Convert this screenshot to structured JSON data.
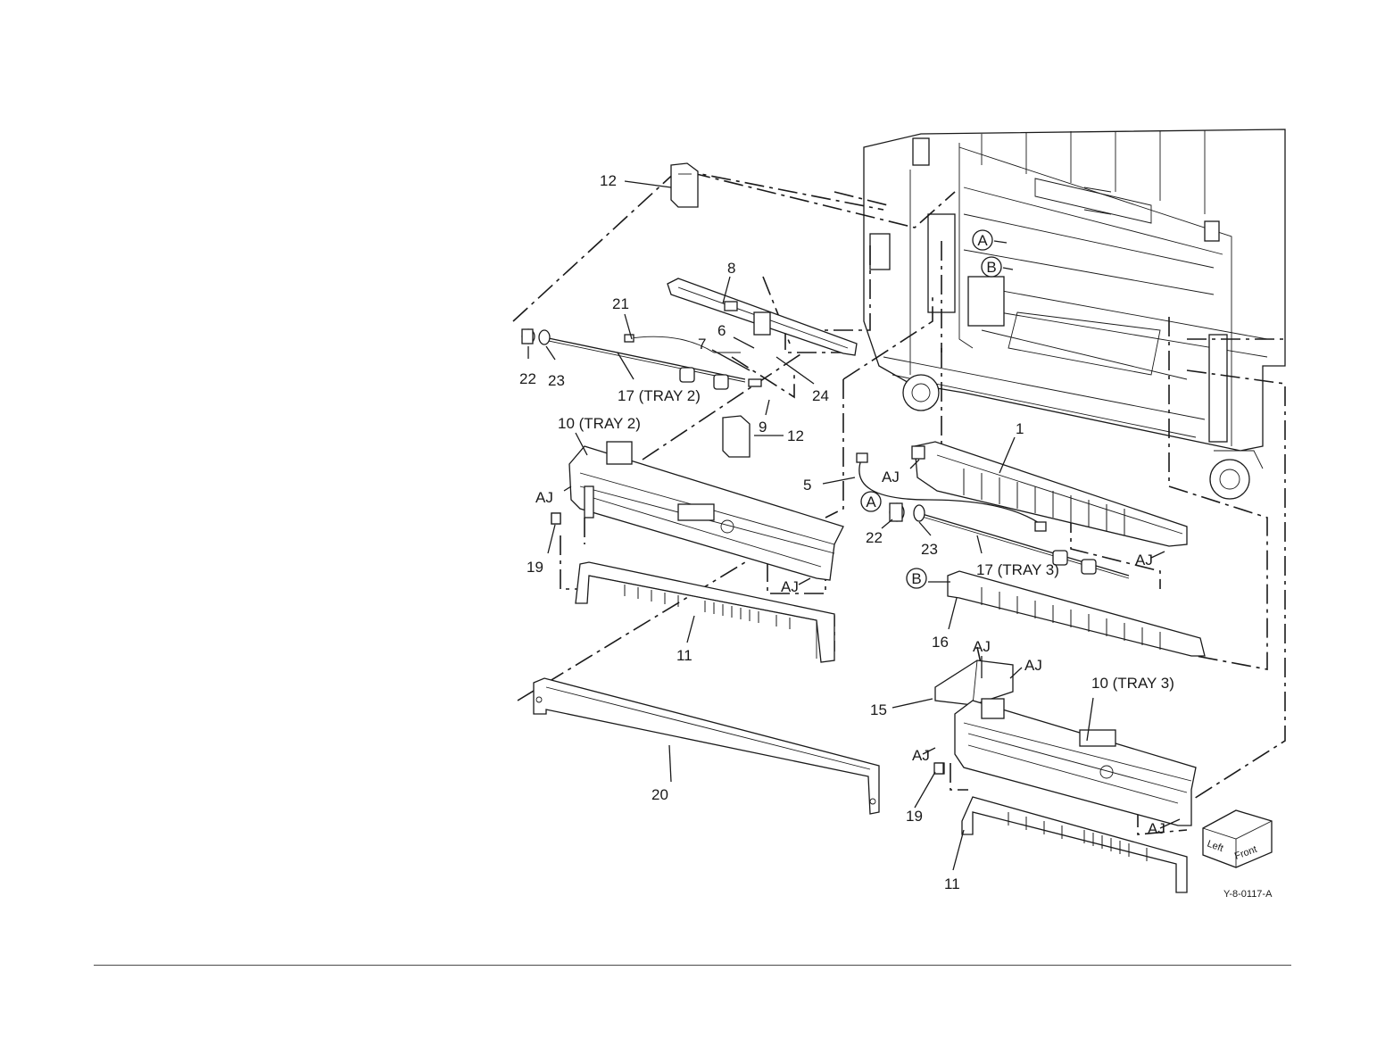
{
  "figure_id": "Y-8-0117-A",
  "orientation_cube": {
    "left": "Left",
    "front": "Front"
  },
  "callouts": {
    "c1": "1",
    "c5": "5",
    "c6": "6",
    "c7": "7",
    "c8": "8",
    "c9": "9",
    "c10_tray2": "10 (TRAY 2)",
    "c10_tray3": "10 (TRAY 3)",
    "c11_a": "11",
    "c11_b": "11",
    "c12_a": "12",
    "c12_b": "12",
    "c15": "15",
    "c16": "16",
    "c17_tray2": "17 (TRAY 2)",
    "c17_tray3": "17 (TRAY 3)",
    "c19_a": "19",
    "c19_b": "19",
    "c20": "20",
    "c21": "21",
    "c22_a": "22",
    "c22_b": "22",
    "c23_a": "23",
    "c23_b": "23",
    "c24": "24"
  },
  "aj_labels": [
    "AJ",
    "AJ",
    "AJ",
    "AJ",
    "AJ",
    "AJ",
    "AJ",
    "AJ"
  ],
  "circle_refs": {
    "a_top": "A",
    "b_top": "B",
    "a_mid": "A",
    "b_mid": "B"
  }
}
